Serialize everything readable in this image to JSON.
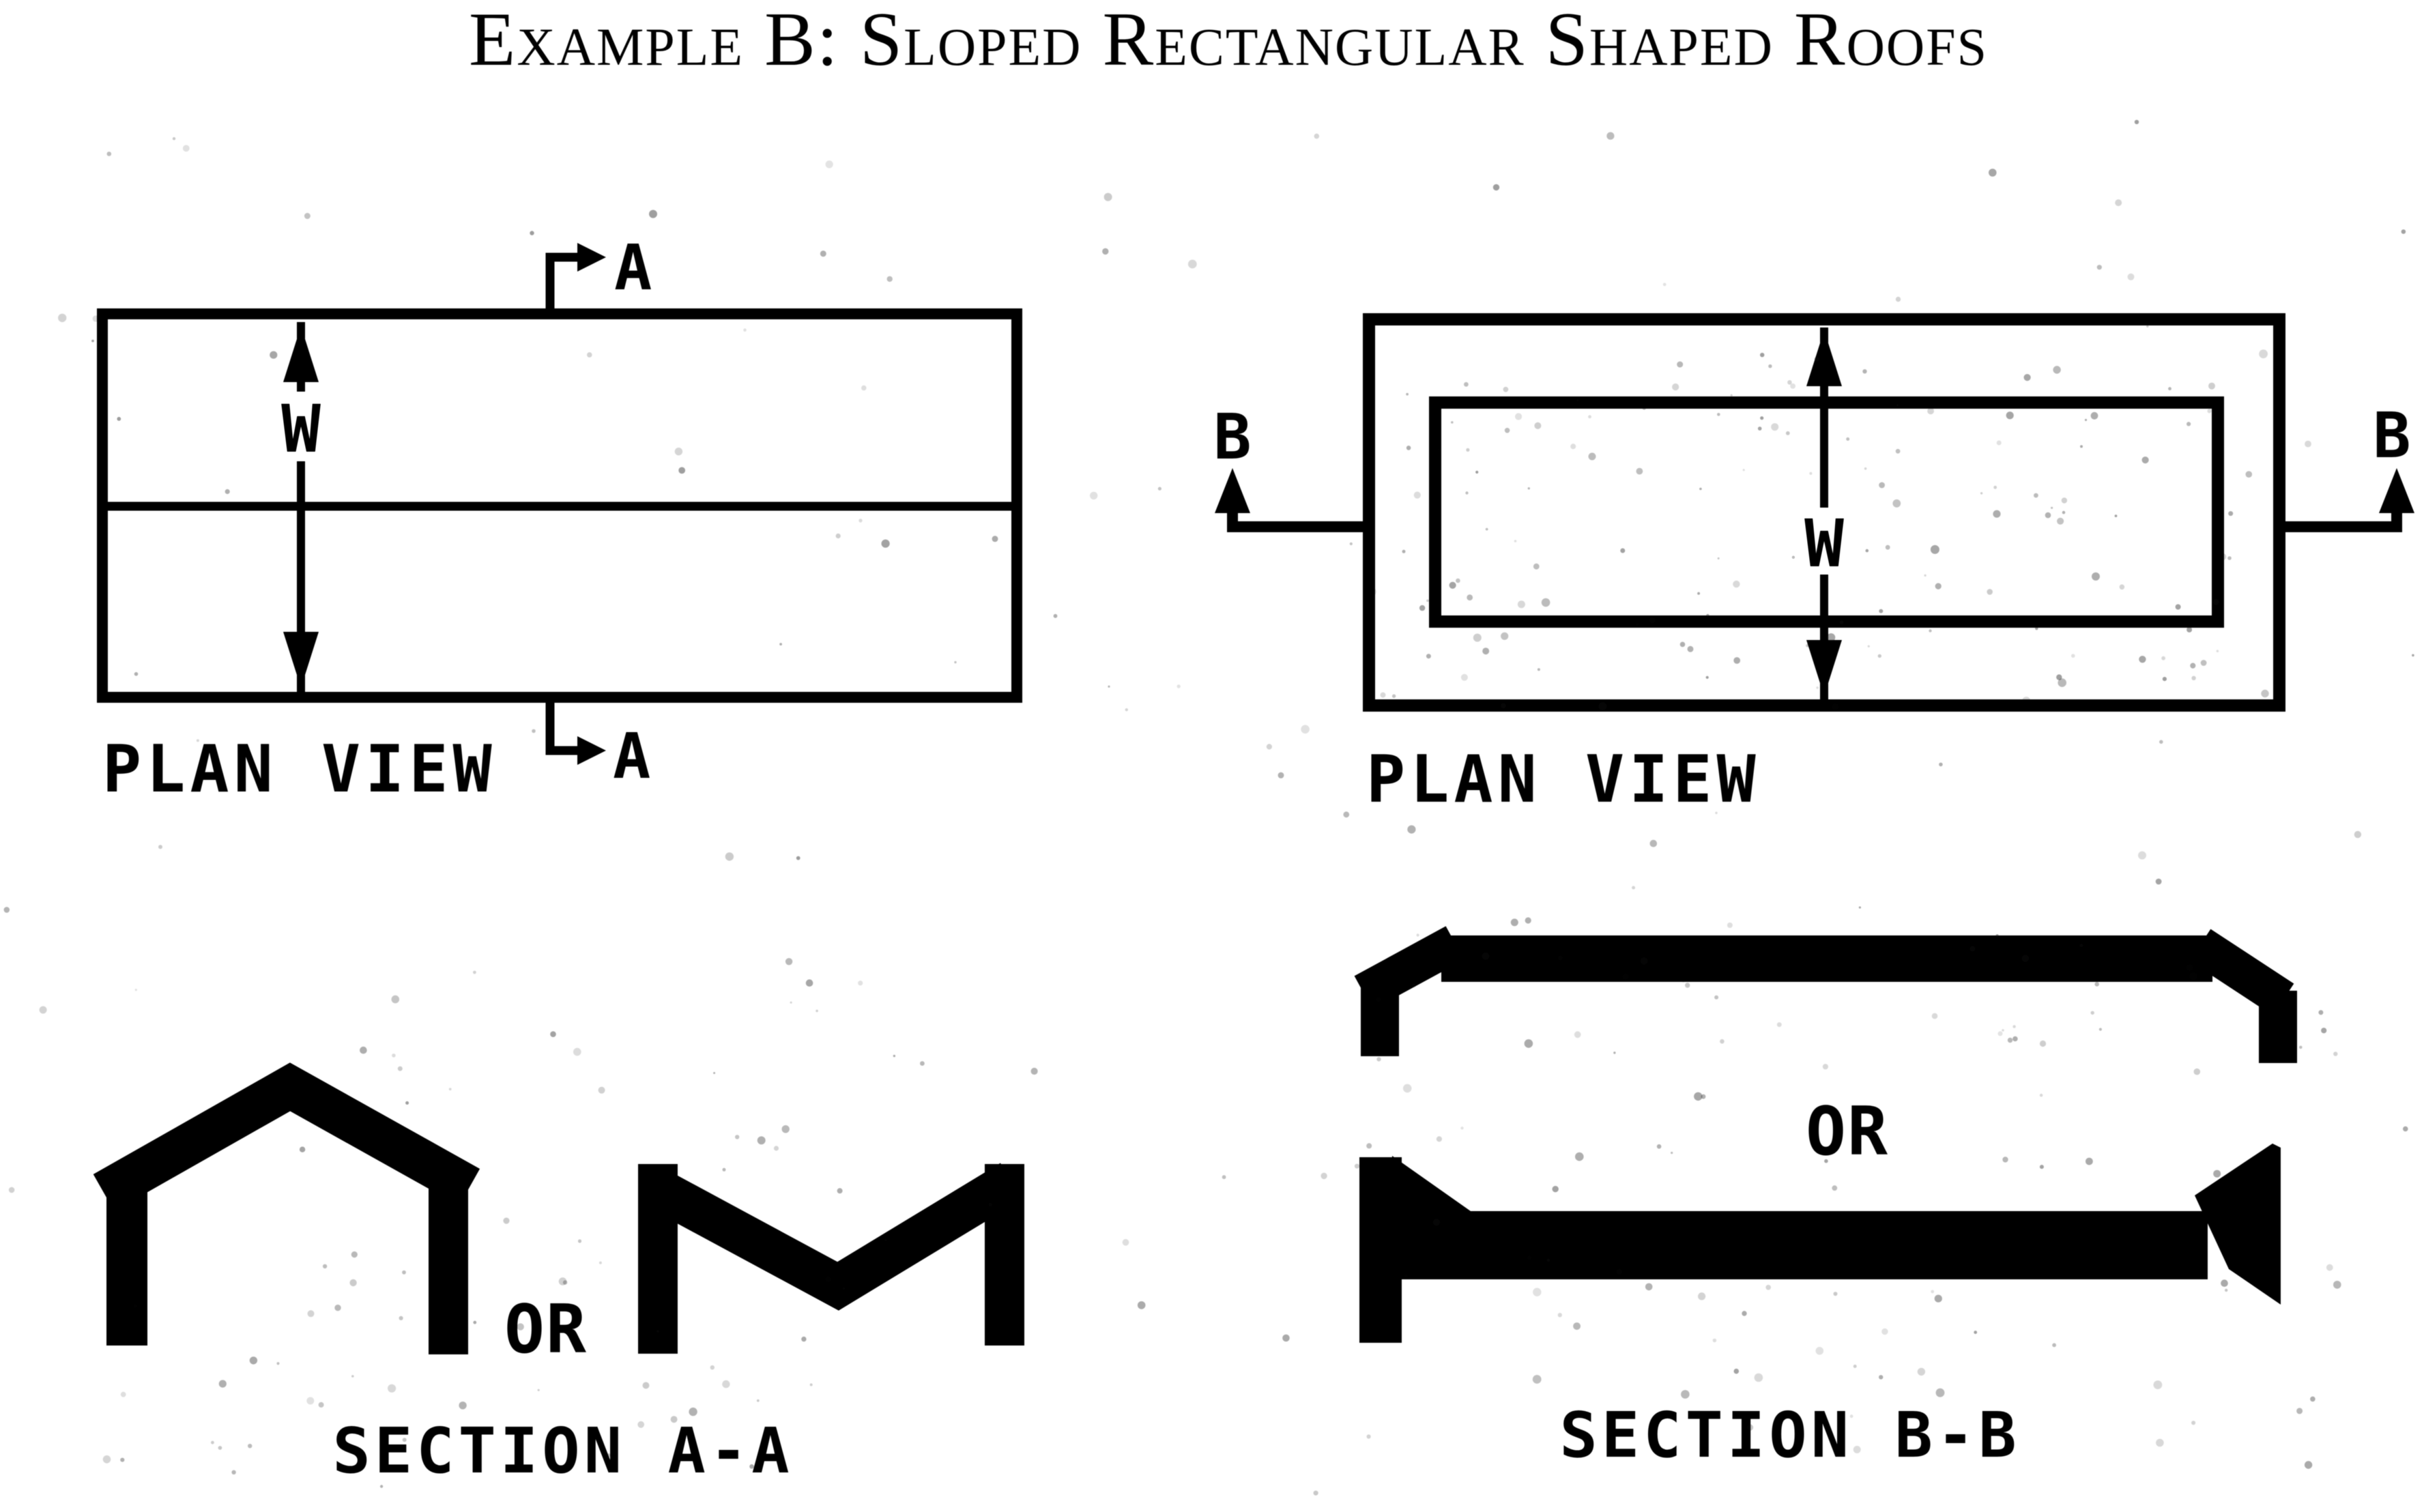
{
  "page": {
    "background": "#ffffff",
    "ink": "#0b0b0b"
  },
  "title": {
    "text": "Example B: Sloped Rectangular Shaped Roofs"
  },
  "left_plan": {
    "caption": "PLAN VIEW",
    "width_label": "W",
    "cut_label": "A"
  },
  "right_plan": {
    "caption": "PLAN VIEW",
    "width_label": "W",
    "cut_label": "B"
  },
  "section_aa": {
    "or_label": "OR",
    "caption": "SECTION A-A"
  },
  "section_bb": {
    "or_label": "OR",
    "caption": "SECTION B-B"
  }
}
